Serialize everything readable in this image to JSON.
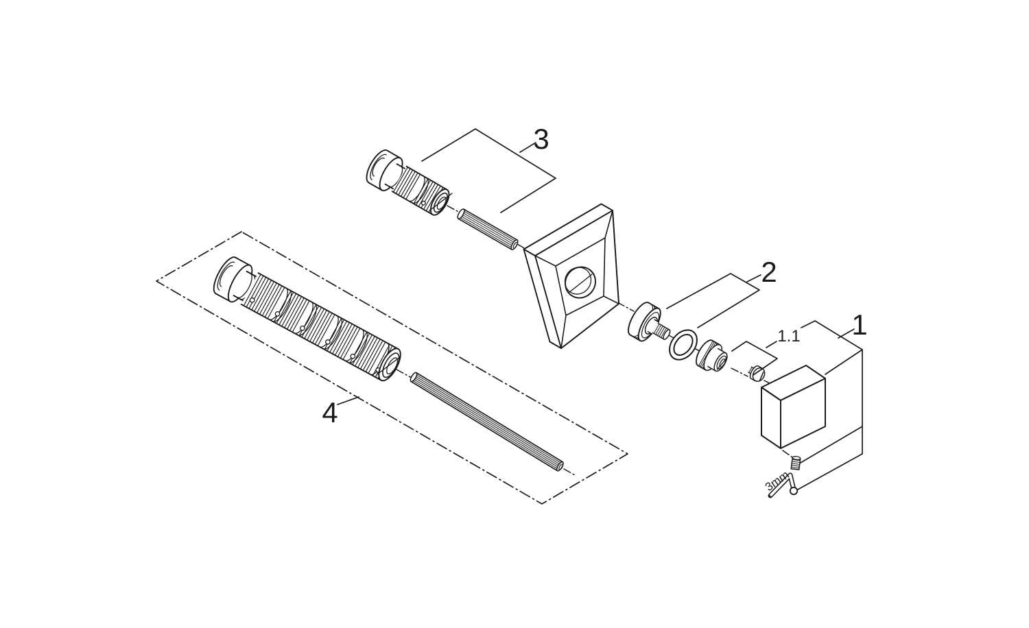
{
  "canvas": {
    "background": "#ffffff",
    "line_color": "#1a1a1a"
  },
  "diagram": {
    "type": "exploded-parts-diagram",
    "callouts": {
      "c1": "1",
      "c1_1": "1.1",
      "c2": "2",
      "c3": "3",
      "c4": "4"
    },
    "annotations": {
      "allen_key_size": "3mm"
    }
  }
}
